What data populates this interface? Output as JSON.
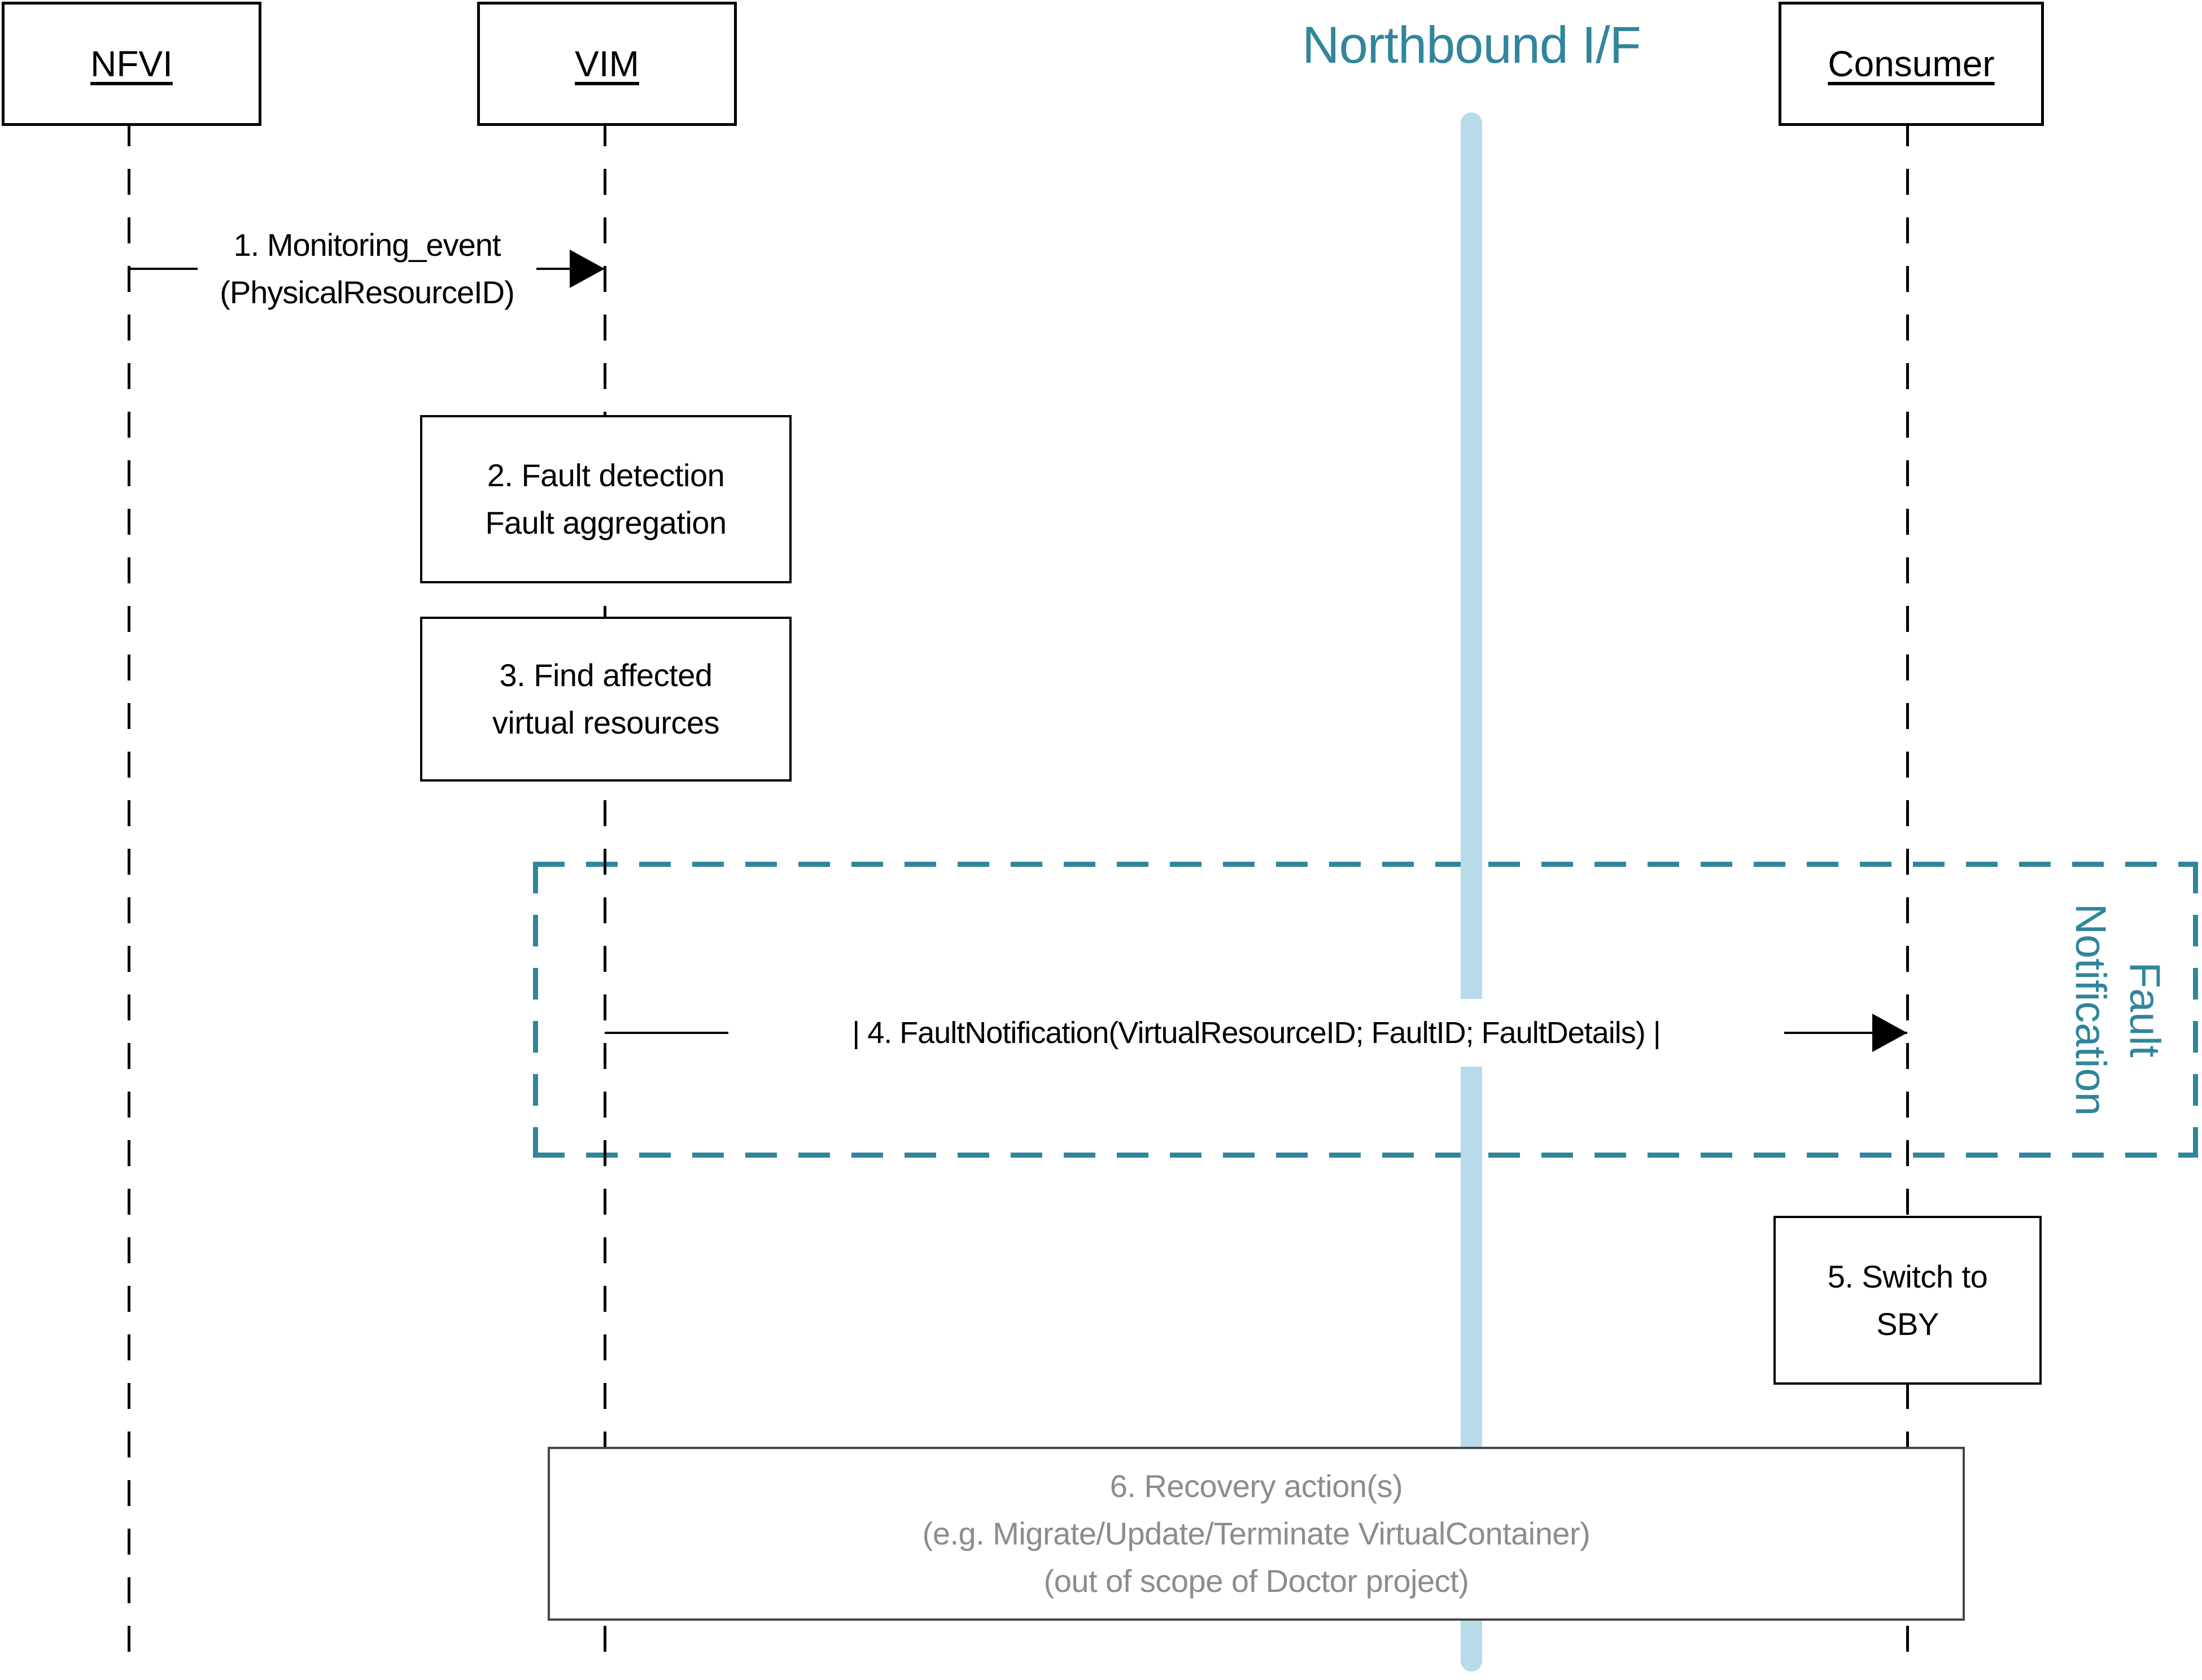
{
  "title": {
    "text": "Northbound I/F"
  },
  "actors": [
    {
      "label": "NFVI"
    },
    {
      "label": "VIM"
    },
    {
      "label": "Consumer"
    }
  ],
  "messages": [
    {
      "from": "NFVI",
      "to": "VIM",
      "line1": "1. Monitoring_event",
      "line2": "(PhysicalResourceID)"
    },
    {
      "from": "VIM",
      "to": "Consumer",
      "text": "| 4. FaultNotification(VirtualResourceID; FaultID; FaultDetails) |"
    }
  ],
  "activities": [
    {
      "on": "VIM",
      "line1": "2. Fault detection",
      "line2": "Fault aggregation"
    },
    {
      "on": "VIM",
      "line1": "3. Find affected",
      "line2": "virtual resources"
    },
    {
      "on": "Consumer",
      "line1": "5. Switch to",
      "line2": "SBY"
    },
    {
      "on": "all",
      "line1": "6. Recovery action(s)",
      "line2": "(e.g. Migrate/Update/Terminate VirtualContainer)",
      "line3": "(out of scope of Doctor project)"
    }
  ],
  "region": {
    "label_line1": "Fault",
    "label_line2": "Notification"
  },
  "colors": {
    "teal": "#31859C",
    "light_blue": "#B7DBE8",
    "gray_text": "#8C8C8C",
    "gray_border": "#464646"
  }
}
